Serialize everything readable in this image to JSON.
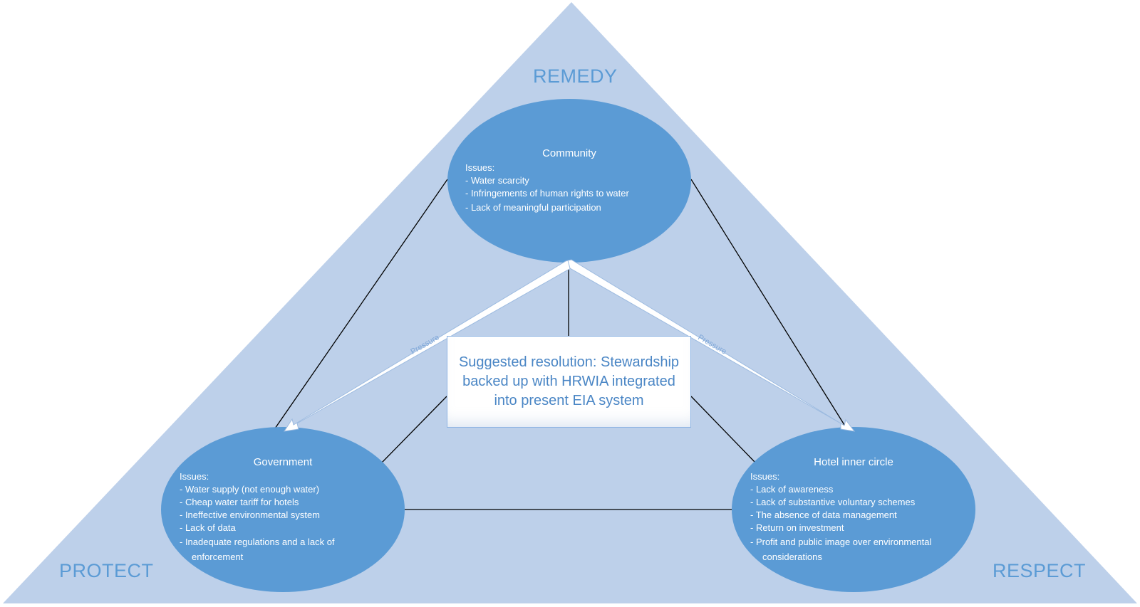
{
  "corners": {
    "top": "REMEDY",
    "left": "PROTECT",
    "right": "RESPECT"
  },
  "nodes": {
    "community": {
      "title": "Community",
      "issues_label": "Issues:",
      "issues": [
        "- Water scarcity",
        "- Infringements of human rights to water",
        "- Lack of meaningful participation"
      ]
    },
    "government": {
      "title": "Government",
      "issues_label": "Issues:",
      "issues": [
        "- Water supply (not enough water)",
        "- Cheap water tariff for hotels",
        "- Ineffective environmental system",
        "- Lack of data",
        "- Inadequate regulations and a lack of enforcement"
      ]
    },
    "hotel": {
      "title": "Hotel inner circle",
      "issues_label": "Issues:",
      "issues": [
        "- Lack of awareness",
        "- Lack of substantive voluntary schemes",
        "- The absence of data management",
        "- Return on investment",
        " - Profit and public image over environmental considerations"
      ]
    }
  },
  "resolution": "Suggested resolution: Stewardship backed up with HRWIA integrated into present EIA system",
  "arrows": {
    "left_label": "Pressure",
    "right_label": "Pressure"
  },
  "colors": {
    "triangle": "#bdd0ea",
    "ellipse": "#5b9bd5",
    "label_text": "#5b9bd5",
    "arrow_fill": "#ffffff",
    "arrow_outline": "#9dbbe0"
  }
}
